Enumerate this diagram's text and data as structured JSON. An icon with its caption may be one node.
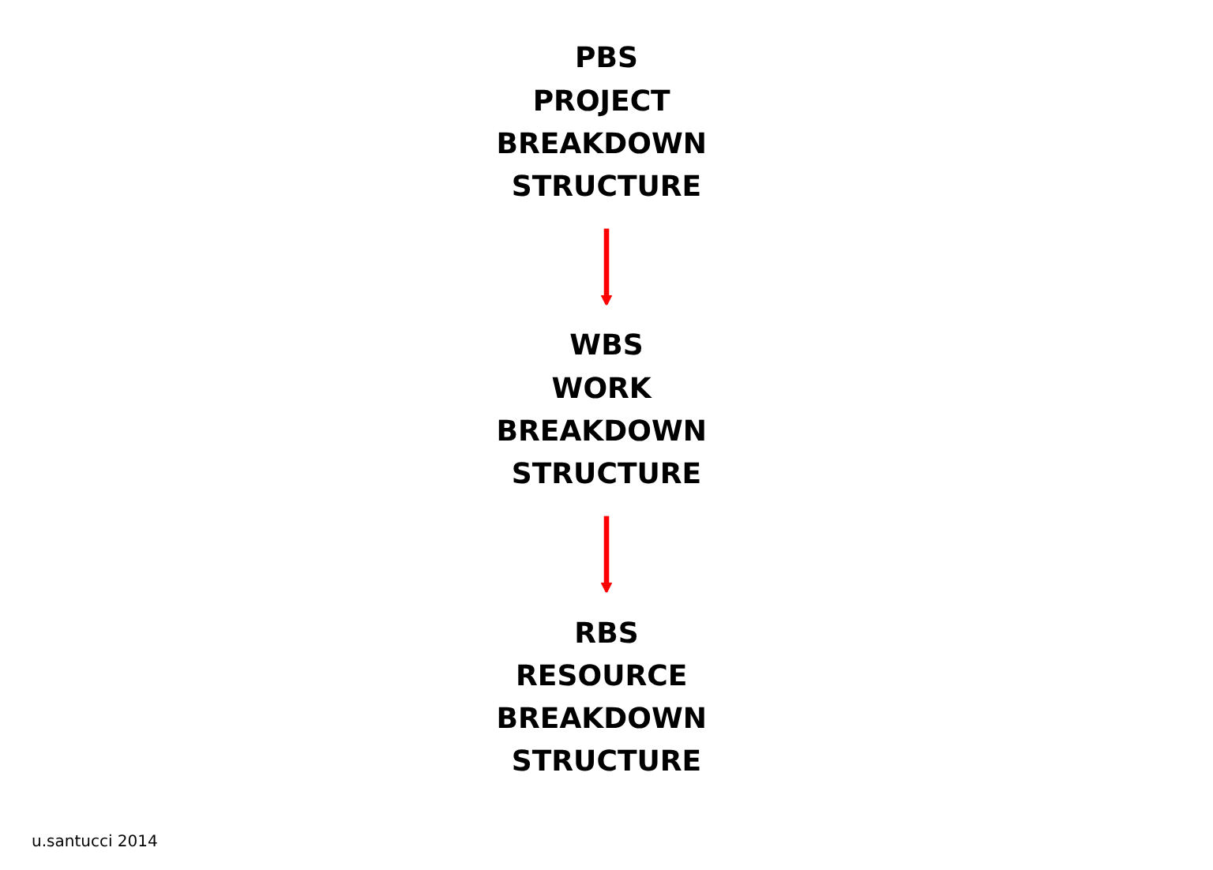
{
  "diagram": {
    "nodes": [
      {
        "text": [
          "PBS",
          "PROJECT BREAKDOWN STRUCTURE"
        ]
      },
      {
        "text": [
          "WBS",
          "WORK BREAKDOWN STRUCTURE"
        ]
      },
      {
        "text": [
          "RBS",
          "RESOURCE BREAKDOWN STRUCTURE"
        ]
      }
    ],
    "edges": [
      {
        "from": 0,
        "to": 1,
        "arrow": "to",
        "color": "#ff0000"
      },
      {
        "from": 1,
        "to": 2,
        "arrow": "to",
        "color": "#ff0000"
      }
    ],
    "labels": [
      "u.santucci 2014"
    ]
  }
}
